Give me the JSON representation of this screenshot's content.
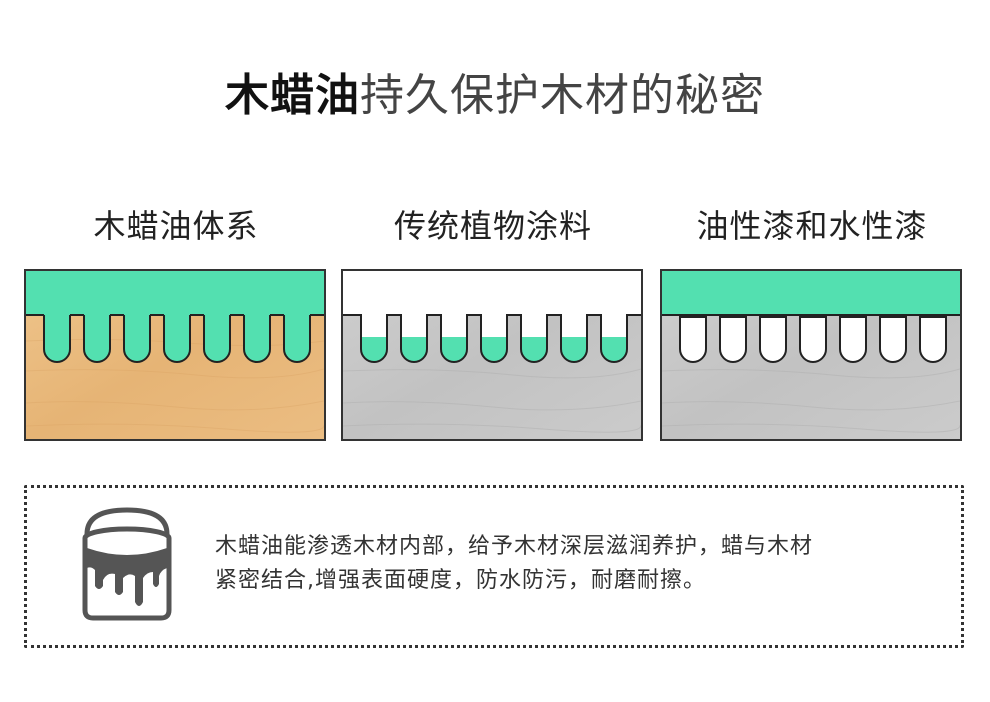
{
  "title": {
    "emphasis": "木蜡油",
    "rest": "持久保护木材的秘密"
  },
  "panels": [
    {
      "label": "木蜡油体系",
      "icon": "wood-oil-penetration-diagram",
      "wood_color": "#e8b97a",
      "coating_color": "#53e0b0"
    },
    {
      "label": "传统植物涂料",
      "icon": "plant-coating-diagram",
      "wood_color": "#c7c7c7",
      "coating_color": "#53e0b0"
    },
    {
      "label": "油性漆和水性漆",
      "icon": "paint-film-diagram",
      "wood_color": "#c7c7c7",
      "coating_color": "#53e0b0"
    }
  ],
  "info": {
    "icon": "paint-bucket-icon",
    "line1": "木蜡油能渗透木材内部，给予木材深层滋润养护，蜡与木材",
    "line2": "紧密结合,增强表面硬度，防水防污，耐磨耐擦。"
  }
}
